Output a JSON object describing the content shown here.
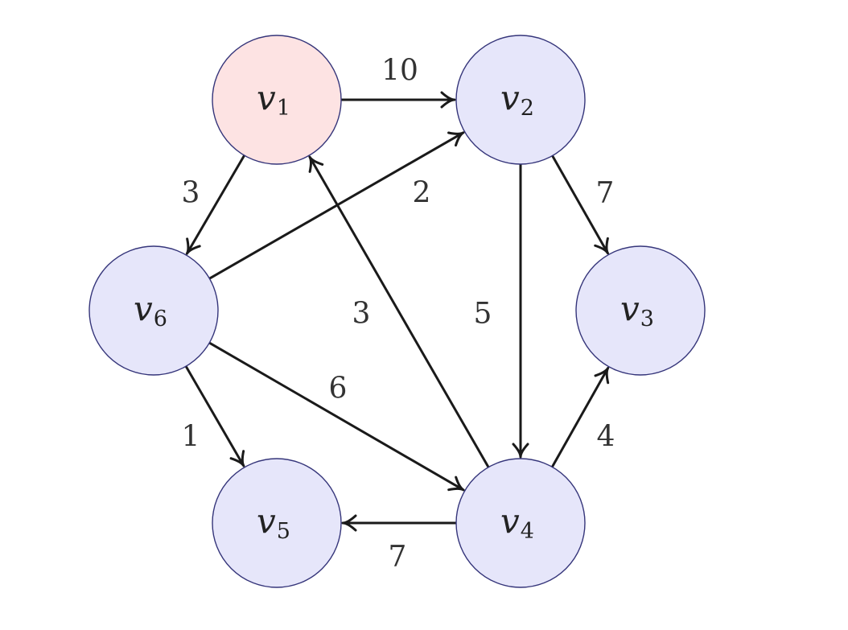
{
  "graph": {
    "nodes": [
      {
        "id": "v1",
        "name": "v",
        "sub": "1",
        "fill": "#fde3e3",
        "stroke": "#a83a3a"
      },
      {
        "id": "v2",
        "name": "v",
        "sub": "2",
        "fill": "#e6e6fa",
        "stroke": "#35357a"
      },
      {
        "id": "v3",
        "name": "v",
        "sub": "3",
        "fill": "#e6e6fa",
        "stroke": "#35357a"
      },
      {
        "id": "v4",
        "name": "v",
        "sub": "4",
        "fill": "#e6e6fa",
        "stroke": "#35357a"
      },
      {
        "id": "v5",
        "name": "v",
        "sub": "5",
        "fill": "#e6e6fa",
        "stroke": "#35357a"
      },
      {
        "id": "v6",
        "name": "v",
        "sub": "6",
        "fill": "#e6e6fa",
        "stroke": "#35357a"
      }
    ],
    "edges": [
      {
        "from": "v1",
        "to": "v2",
        "weight": "10"
      },
      {
        "from": "v1",
        "to": "v6",
        "weight": "3"
      },
      {
        "from": "v6",
        "to": "v2",
        "weight": "2"
      },
      {
        "from": "v2",
        "to": "v3",
        "weight": "7"
      },
      {
        "from": "v2",
        "to": "v4",
        "weight": "5"
      },
      {
        "from": "v4",
        "to": "v1",
        "weight": "3"
      },
      {
        "from": "v6",
        "to": "v4",
        "weight": "6"
      },
      {
        "from": "v6",
        "to": "v5",
        "weight": "1"
      },
      {
        "from": "v4",
        "to": "v3",
        "weight": "4"
      },
      {
        "from": "v4",
        "to": "v5",
        "weight": "7"
      }
    ]
  }
}
